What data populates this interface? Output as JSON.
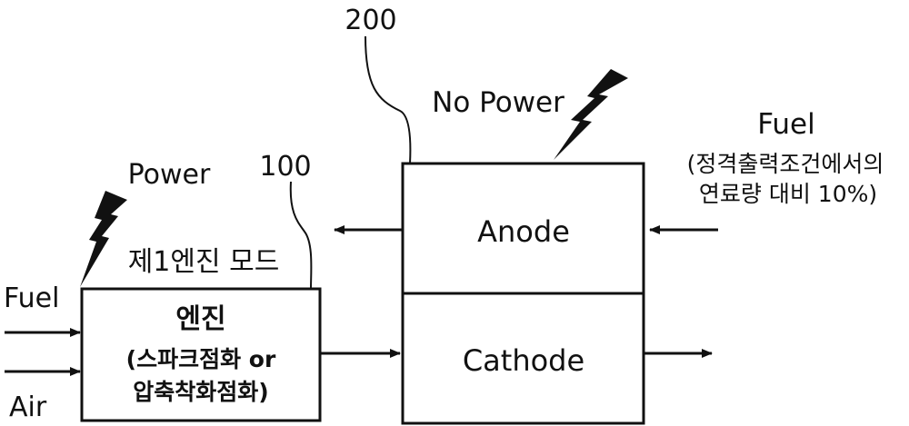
{
  "labels": {
    "ref_200": "200",
    "ref_100": "100",
    "no_power": "No Power",
    "power": "Power",
    "fuel_right": "Fuel",
    "fuel_right_note_1": "(정격출력조건에서의",
    "fuel_right_note_2": "연료량 대비 10%)",
    "anode": "Anode",
    "cathode": "Cathode",
    "engine_mode": "제1엔진 모드",
    "engine_title": "엔진",
    "engine_sub_1": "(스파크점화 or",
    "engine_sub_2": "압축착화점화)",
    "fuel_left": "Fuel",
    "air_left": "Air"
  },
  "icons": {
    "lightning": "lightning-bolt-icon"
  },
  "colors": {
    "line": "#111111",
    "background": "#ffffff"
  }
}
